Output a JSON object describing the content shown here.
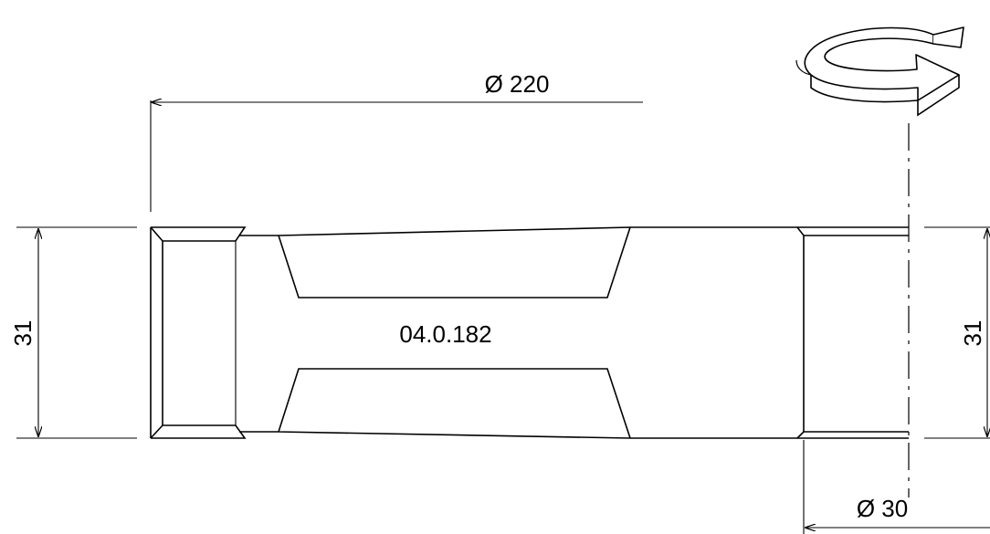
{
  "drawing": {
    "part_number": "04.0.182",
    "dimensions": {
      "outer_diameter": "Ø 220",
      "height_left": "31",
      "height_right": "31",
      "bore_diameter": "Ø 30"
    },
    "symbols": {
      "rotation": "rotation-arrow-icon"
    }
  }
}
